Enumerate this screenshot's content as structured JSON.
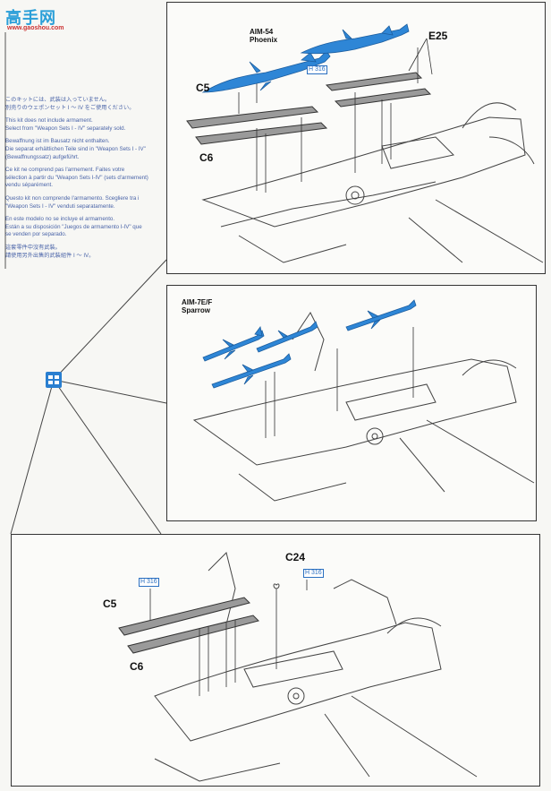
{
  "watermark": {
    "text": "高手网",
    "url": "www.gaoshou.com"
  },
  "notes": [
    "このキットには、武装は入っていません。\n別売りのウェポンセット I ～ IV をご使用ください。",
    "This kit does not include armament.\nSelect from \"Weapon Sets I - IV\" separately sold.",
    "Bewaffnung ist im Bausatz nicht enthalten.\nDie separat erhältlichen Teile sind in \"Weapon Sets I - IV\"\n(Bewaffnungssatz) aufgeführt.",
    "Ce kit ne comprend pas l'armement. Faites votre\nsélection à partir du \"Weapon Sets I-IV\" (sets d'armement)\nvendu séparément.",
    "Questo kit non comprende l'armamento.  Scegliere tra i\n\"Weapon Sets I - IV\" venduti separatamente.",
    "En este modelo no se incluye el armamento.\nEstán a su disposición \"Juegos de armamento I-IV\" que\nse venden por separado.",
    "這套零件中沒有武裝。\n請使用另外出售的武裝組件 I ～ IV。"
  ],
  "panel1": {
    "missile_label_line1": "AIM-54",
    "missile_label_line2": "Phoenix",
    "parts": {
      "c5": "C5",
      "c6": "C6",
      "e25": "E25"
    },
    "hardware": "H 316"
  },
  "panel2": {
    "missile_label_line1": "AIM-7E/F",
    "missile_label_line2": "Sparrow"
  },
  "panel3": {
    "parts": {
      "c5": "C5",
      "c6": "C6",
      "c24": "C24"
    },
    "hardware_a": "H 316",
    "hardware_b": "H 316"
  },
  "colors": {
    "missile": "#2e86d6",
    "note_text": "#4a64a8",
    "line": "#333333"
  }
}
